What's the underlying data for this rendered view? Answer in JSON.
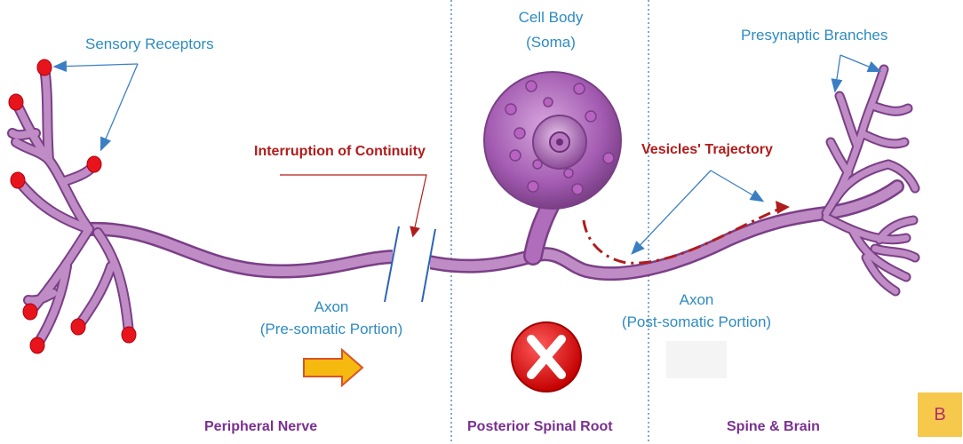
{
  "labels": {
    "sensory_receptors": "Sensory Receptors",
    "cell_body_line1": "Cell Body",
    "cell_body_line2": "(Soma)",
    "presynaptic_branches": "Presynaptic Branches",
    "interruption": "Interruption of Continuity",
    "vesicles": "Vesicles' Trajectory",
    "axon_pre_line1": "Axon",
    "axon_pre_line2": "(Pre-somatic Portion)",
    "axon_post_line1": "Axon",
    "axon_post_line2": "(Post-somatic Portion)",
    "region_peripheral": "Peripheral Nerve",
    "region_root": "Posterior Spinal Root",
    "region_spine": "Spine & Brain"
  },
  "badge": "B",
  "colors": {
    "neuron": "#b07ab8",
    "neuron_dark": "#7a3f86",
    "soma": "#a85bb5",
    "receptor": "#e8141c",
    "label_blue": "#2e8bc0",
    "label_red": "#b01c1c",
    "label_purple": "#7a3090",
    "arrow_orange": "#f2a51a",
    "badge_bg": "#f6c84c"
  },
  "icons": [
    "red-x-circle-icon",
    "right-arrow-icon"
  ]
}
